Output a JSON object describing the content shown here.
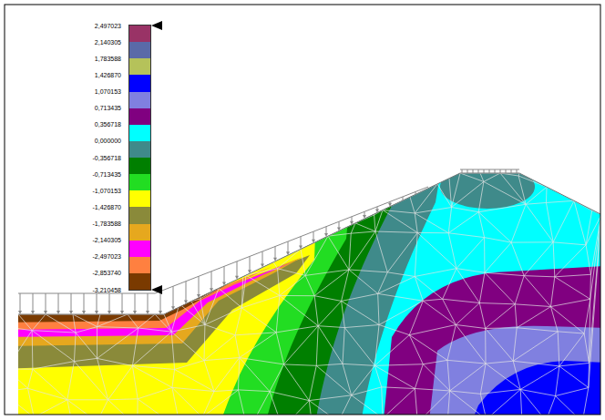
{
  "diagram": {
    "labels": [
      "-3,210458"
    ],
    "legend": [
      {
        "text": "2,497023",
        "color": "#993366"
      },
      {
        "text": "2,140305",
        "color": "#5a6aa8"
      },
      {
        "text": "1,783588",
        "color": "#b5c25a"
      },
      {
        "text": "1,426870",
        "color": "#0000ff"
      },
      {
        "text": "1,070153",
        "color": "#8080e0"
      },
      {
        "text": "0,713435",
        "color": "#800080"
      },
      {
        "text": "0,356718",
        "color": "#00ffff"
      },
      {
        "text": "0,000000",
        "color": "#3f8a8a"
      },
      {
        "text": "-0,356718",
        "color": "#007f00"
      },
      {
        "text": "-0,713435",
        "color": "#22dd22"
      },
      {
        "text": "-1,070153",
        "color": "#ffff00"
      },
      {
        "text": "-1,426870",
        "color": "#8a8a3a"
      },
      {
        "text": "-1,783588",
        "color": "#e6a81e"
      },
      {
        "text": "-2,140305",
        "color": "#ff00ff"
      },
      {
        "text": "-2,497023",
        "color": "#ff8040"
      },
      {
        "text": "-2,853740",
        "color": "#7a3a00"
      }
    ]
  }
}
